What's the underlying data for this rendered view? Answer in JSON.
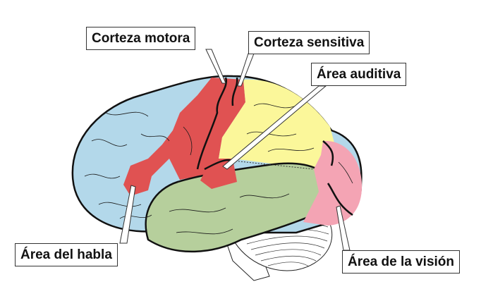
{
  "labels": {
    "motor": "Corteza motora",
    "sensory": "Corteza sensitiva",
    "auditory": "Área auditiva",
    "speech": "Área del habla",
    "visual": "Área de la visión"
  },
  "colors": {
    "frontal": "#b3d8ea",
    "motor": "#e05252",
    "parietal": "#fbf79a",
    "temporal": "#b6cf9c",
    "occipital": "#f4a4b4"
  }
}
